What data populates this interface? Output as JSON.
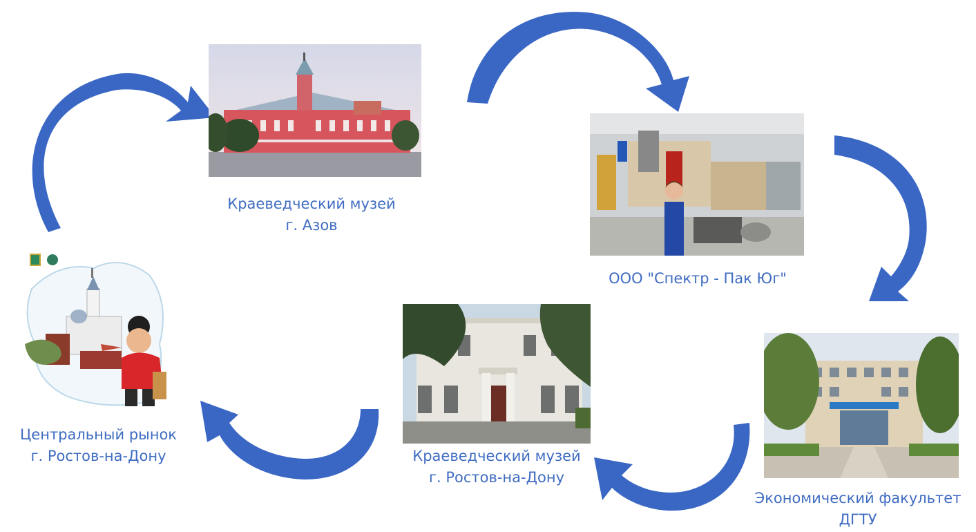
{
  "colors": {
    "caption": "#3f6cc1",
    "arrow": "#3a67c4"
  },
  "nodes": {
    "azov_museum": {
      "line1": "Краеведческий музей",
      "line2": "г. Азов"
    },
    "spektr_pak": {
      "line1": "ООО \"Спектр - Пак Юг\""
    },
    "dgtu": {
      "line1": "Экономический факультет",
      "line2": "ДГТУ"
    },
    "rostov_museum": {
      "line1": "Краеведческий музей",
      "line2": "г. Ростов-на-Дону"
    },
    "central_market": {
      "line1": "Центральный рынок",
      "line2": "г. Ростов-на-Дону"
    }
  }
}
